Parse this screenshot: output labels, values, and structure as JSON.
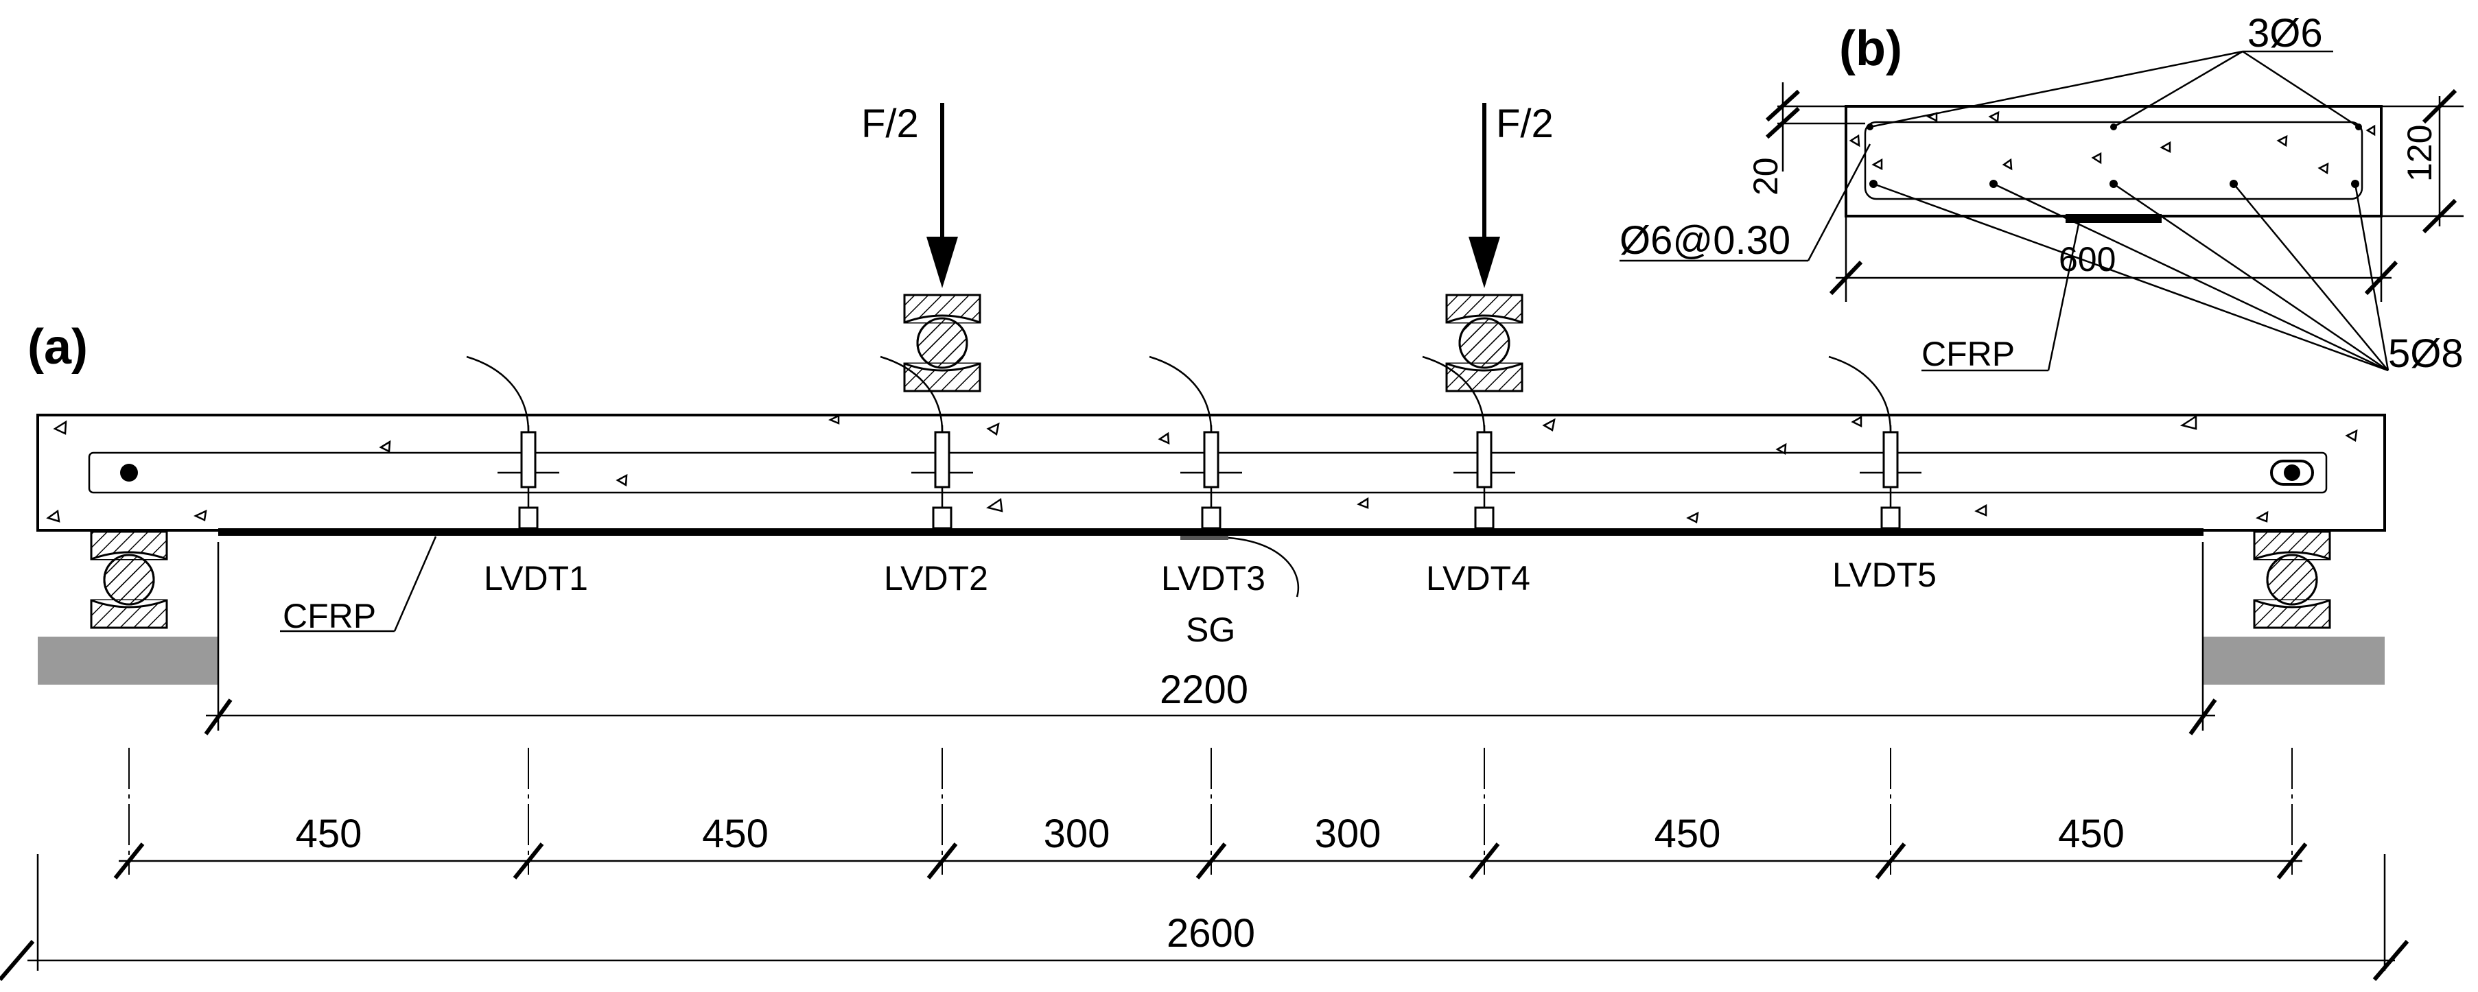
{
  "panels": {
    "a": "(a)",
    "b": "(b)"
  },
  "loads": {
    "left": "F/2",
    "right": "F/2"
  },
  "lvdt_labels": [
    "LVDT1",
    "LVDT2",
    "LVDT3",
    "LVDT4",
    "LVDT5"
  ],
  "sg_label": "SG",
  "cfrp_label_beam": "CFRP",
  "dimensions": {
    "span": "2200",
    "total": "2600",
    "segments": [
      "450",
      "450",
      "300",
      "300",
      "450",
      "450"
    ]
  },
  "section": {
    "top_bars": "3Ø6",
    "bottom_bars": "5Ø8",
    "stirrups": "Ø6@0.30",
    "cover": "20",
    "height": "120",
    "width": "600",
    "cfrp_label": "CFRP"
  },
  "colors": {
    "support_fill": "#9a9a9a",
    "ink": "#000000",
    "hatch": "#000000"
  }
}
